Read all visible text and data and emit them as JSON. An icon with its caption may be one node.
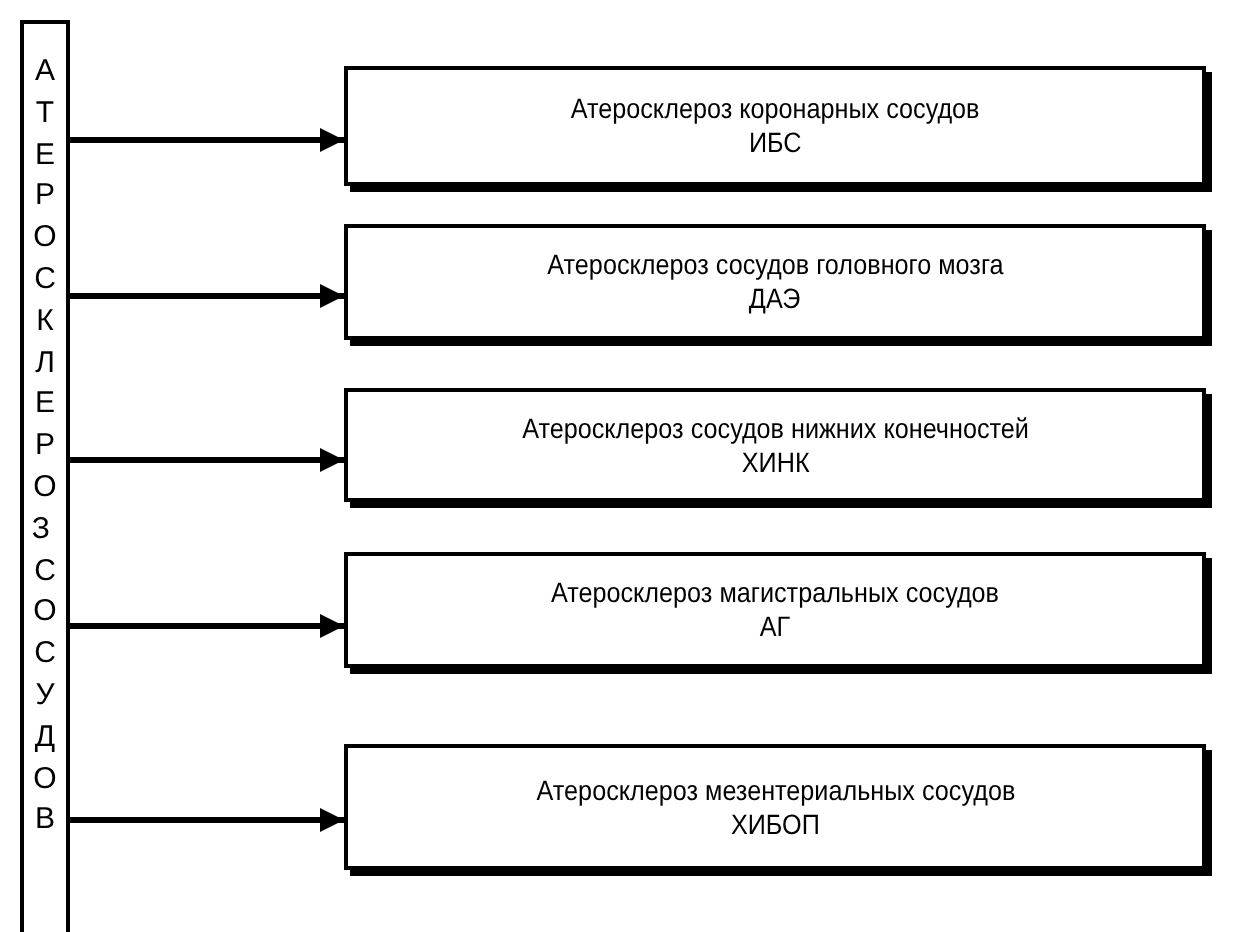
{
  "diagram": {
    "nodes": [
      {
        "text": [
          "АТЕРОСКЛЕРОЗ СОСУДОВ"
        ]
      },
      {
        "text": [
          "Атеросклероз коронарных сосудов",
          "ИБС"
        ]
      },
      {
        "text": [
          "Атеросклероз сосудов головного мозга",
          "ДАЭ"
        ]
      },
      {
        "text": [
          "Атеросклероз сосудов нижних конечностей",
          "ХИНК"
        ]
      },
      {
        "text": [
          "Атеросклероз магистральных сосудов",
          "АГ"
        ]
      },
      {
        "text": [
          "Атеросклероз мезентериальных сосудов",
          "ХИБОП"
        ]
      }
    ],
    "edges": [
      {
        "from": 0,
        "to": 1,
        "arrow": "to"
      },
      {
        "from": 0,
        "to": 2,
        "arrow": "to"
      },
      {
        "from": 0,
        "to": 3,
        "arrow": "to"
      },
      {
        "from": 0,
        "to": 4,
        "arrow": "to"
      },
      {
        "from": 0,
        "to": 5,
        "arrow": "to"
      }
    ]
  }
}
